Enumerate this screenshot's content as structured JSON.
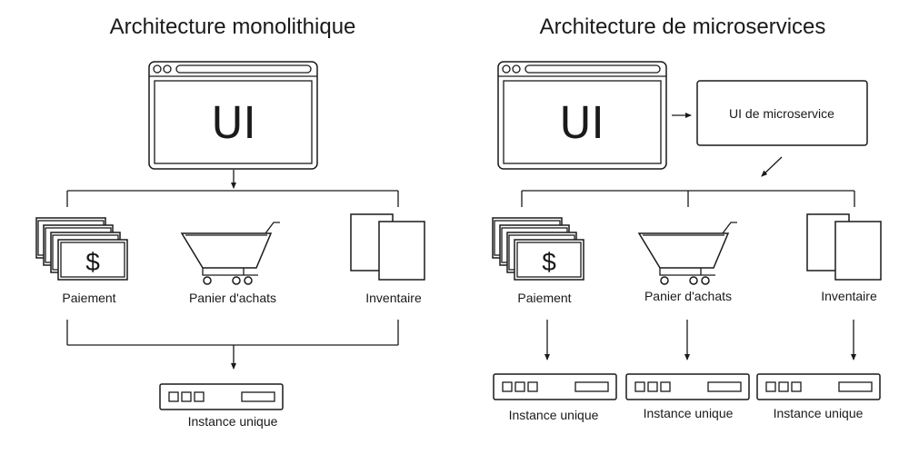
{
  "left": {
    "title": "Architecture monolithique",
    "ui_label": "UI",
    "payment_label": "Paiement",
    "cart_label": "Panier d'achats",
    "inventory_label": "Inventaire",
    "instance_label": "Instance unique"
  },
  "right": {
    "title": "Architecture de microservices",
    "ui_label": "UI",
    "microservice_ui_label": "UI de microservice",
    "payment_label": "Paiement",
    "cart_label": "Panier d'achats",
    "inventory_label": "Inventaire",
    "instance_labels": [
      "Instance unique",
      "Instance unique",
      "Instance unique"
    ]
  },
  "icons": {
    "browser": "browser-window-icon",
    "money": "dollar-bills-icon",
    "cart": "shopping-cart-icon",
    "inventory": "documents-icon",
    "server": "server-instance-icon"
  }
}
